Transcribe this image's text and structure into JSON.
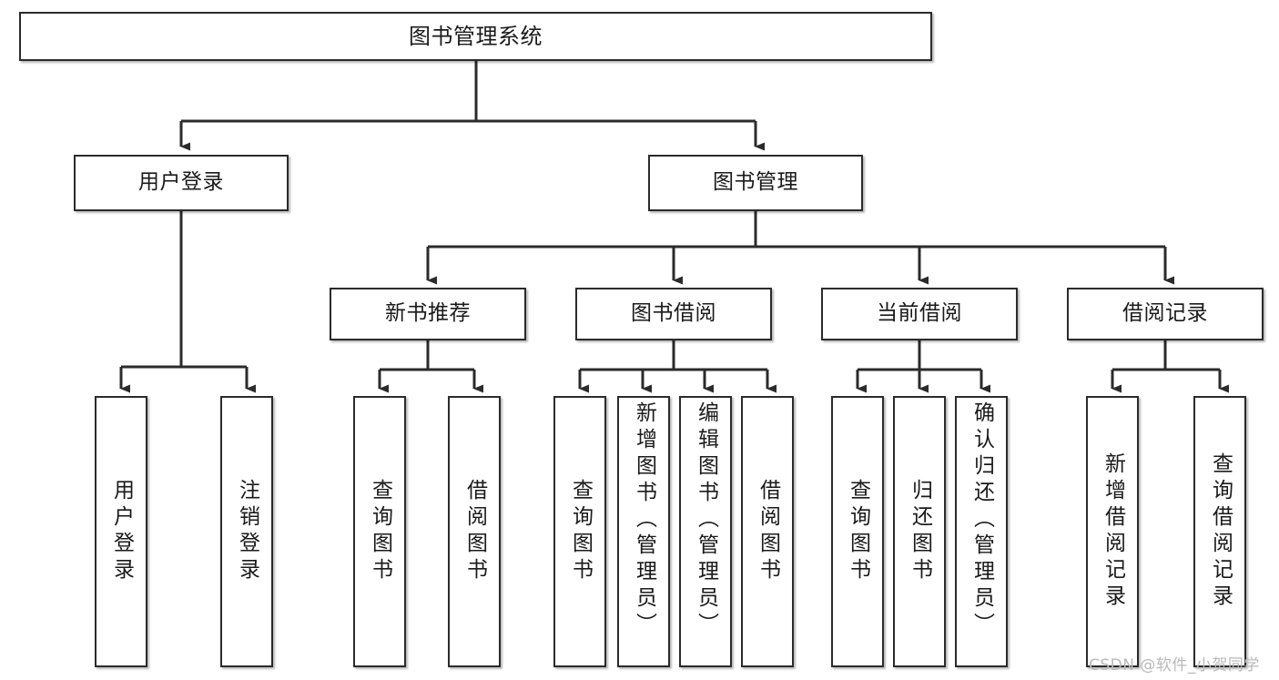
{
  "diagram": {
    "title": "图书管理系统",
    "type": "tree",
    "style": {
      "box_border": "#2b2b2b",
      "box_fill": "#ffffff",
      "line": "#2b2b2b",
      "text": "#1a1a1a",
      "watermark": "#b9b9b9"
    },
    "levels": {
      "root": "图书管理系统",
      "level2": [
        "用户登录",
        "图书管理"
      ],
      "level3": [
        "新书推荐",
        "图书借阅",
        "当前借阅",
        "借阅记录"
      ]
    },
    "nodes": {
      "root": {
        "label": "图书管理系统"
      },
      "user_login": {
        "label": "用户登录"
      },
      "book_manage": {
        "label": "图书管理"
      },
      "new_book_rec": {
        "label": "新书推荐"
      },
      "book_borrow": {
        "label": "图书借阅"
      },
      "current_borrow": {
        "label": "当前借阅"
      },
      "borrow_record": {
        "label": "借阅记录"
      },
      "leaf_user_login": {
        "label": "用户登录"
      },
      "leaf_logout_login": {
        "label": "注销登录"
      },
      "leaf_query_book_a": {
        "label": "查询图书"
      },
      "leaf_borrow_book_a": {
        "label": "借阅图书"
      },
      "leaf_query_book_b": {
        "label": "查询图书"
      },
      "leaf_add_book_admin": {
        "label": "新增图书（管理员）"
      },
      "leaf_edit_book_admin": {
        "label": "编辑图书（管理员）"
      },
      "leaf_borrow_book_b": {
        "label": "借阅图书"
      },
      "leaf_query_book_c": {
        "label": "查询图书"
      },
      "leaf_return_book": {
        "label": "归还图书"
      },
      "leaf_confirm_return_admin": {
        "label": "确认归还（管理员）"
      },
      "leaf_add_borrow_record": {
        "label": "新增借阅记录"
      },
      "leaf_query_borrow_record": {
        "label": "查询借阅记录"
      }
    },
    "edges": [
      {
        "from": "root",
        "to": "user_login"
      },
      {
        "from": "root",
        "to": "book_manage"
      },
      {
        "from": "user_login",
        "to": "leaf_user_login"
      },
      {
        "from": "user_login",
        "to": "leaf_logout_login"
      },
      {
        "from": "book_manage",
        "to": "new_book_rec"
      },
      {
        "from": "book_manage",
        "to": "book_borrow"
      },
      {
        "from": "book_manage",
        "to": "current_borrow"
      },
      {
        "from": "book_manage",
        "to": "borrow_record"
      },
      {
        "from": "new_book_rec",
        "to": "leaf_query_book_a"
      },
      {
        "from": "new_book_rec",
        "to": "leaf_borrow_book_a"
      },
      {
        "from": "book_borrow",
        "to": "leaf_query_book_b"
      },
      {
        "from": "book_borrow",
        "to": "leaf_add_book_admin"
      },
      {
        "from": "book_borrow",
        "to": "leaf_edit_book_admin"
      },
      {
        "from": "book_borrow",
        "to": "leaf_borrow_book_b"
      },
      {
        "from": "current_borrow",
        "to": "leaf_query_book_c"
      },
      {
        "from": "current_borrow",
        "to": "leaf_return_book"
      },
      {
        "from": "current_borrow",
        "to": "leaf_confirm_return_admin"
      },
      {
        "from": "borrow_record",
        "to": "leaf_add_borrow_record"
      },
      {
        "from": "borrow_record",
        "to": "leaf_query_borrow_record"
      }
    ]
  },
  "watermark": {
    "text": "CSDN @软件_小贺同学"
  }
}
